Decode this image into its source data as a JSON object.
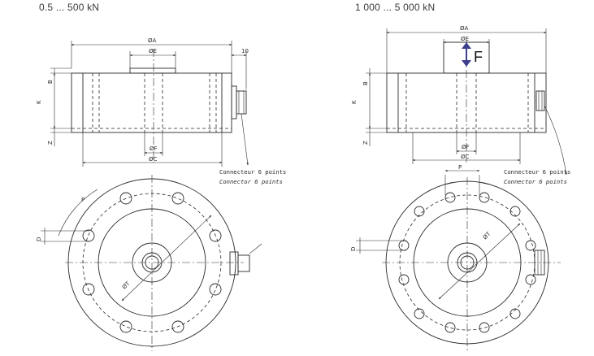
{
  "headers": {
    "left": "0.5 ... 500 kN",
    "right": "1 000 ... 5 000 kN"
  },
  "left_drawing": {
    "dim_A": "ØA",
    "dim_E": "ØE",
    "dim_F": "ØF",
    "dim_C": "ØC",
    "dim_10": "10",
    "dim_B": "B",
    "dim_K": "K",
    "dim_Z": "Z",
    "dim_P": "P",
    "dim_D": "D",
    "dim_T": "ØT",
    "connector_fr": "Connecteur 6 points",
    "connector_en": "Connector 6 points"
  },
  "right_drawing": {
    "dim_A": "ØA",
    "dim_E": "ØE",
    "force": "F",
    "dim_F": "ØF",
    "dim_C": "ØC",
    "dim_B": "B",
    "dim_K": "K",
    "dim_Z": "Z",
    "dim_P": "P",
    "dim_D": "D",
    "dim_T": "ØT",
    "connector_fr": "Connecteur 6 points",
    "connector_en": "Connector 6 points"
  },
  "arrow_color": "#3b3f8c"
}
